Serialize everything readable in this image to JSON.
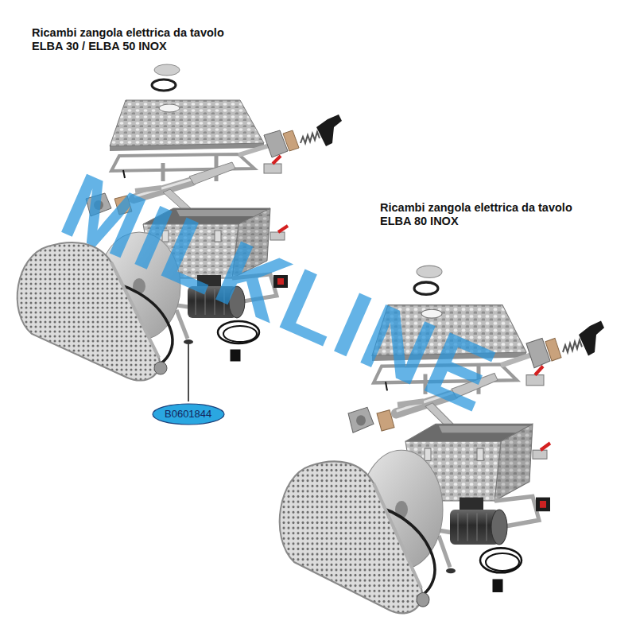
{
  "diagram": {
    "nodes": [
      {
        "text": [
          "B0601844"
        ]
      }
    ],
    "labels": [
      "Ricambi zangola elettrica da tavolo ELBA 30 / ELBA 50 INOX",
      "Ricambi zangola elettrica da tavolo ELBA 80 INOX",
      "MILKLINE"
    ]
  }
}
